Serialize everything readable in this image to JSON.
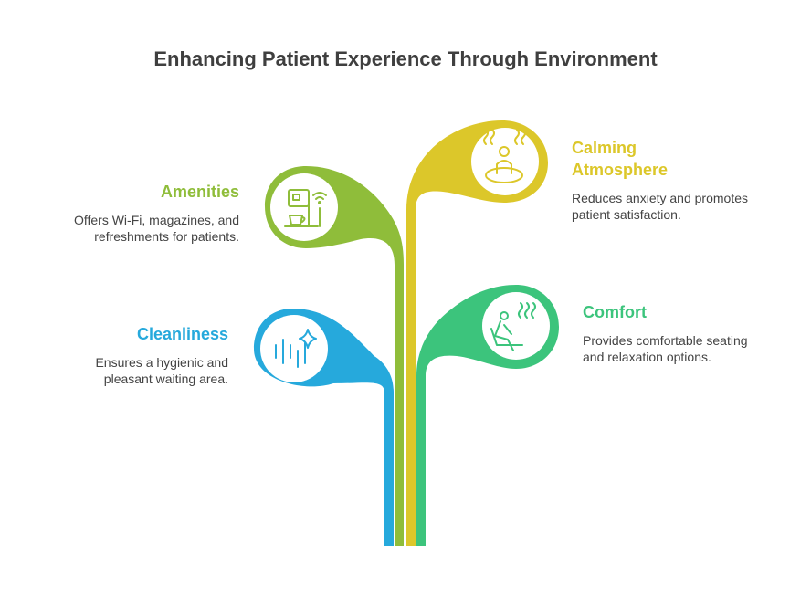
{
  "title": "Enhancing Patient Experience Through Environment",
  "colors": {
    "amenities": "#8fbd3a",
    "calming": "#dcc72a",
    "cleanliness": "#26a9dc",
    "comfort": "#3cc47c",
    "title": "#3f3f3f",
    "text": "#444444"
  },
  "branches": {
    "amenities": {
      "heading": "Amenities",
      "description": "Offers Wi-Fi, magazines, and refreshments for patients.",
      "icon": "coffee-machine-wifi-icon"
    },
    "calming": {
      "heading": "Calming Atmosphere",
      "description": "Reduces anxiety and promotes patient satisfaction.",
      "icon": "relaxing-person-steam-icon"
    },
    "cleanliness": {
      "heading": "Cleanliness",
      "description": "Ensures a hygienic and pleasant waiting area.",
      "icon": "sparkle-clean-icon"
    },
    "comfort": {
      "heading": "Comfort",
      "description": "Provides comfortable seating and relaxation options.",
      "icon": "reclining-person-icon"
    }
  }
}
